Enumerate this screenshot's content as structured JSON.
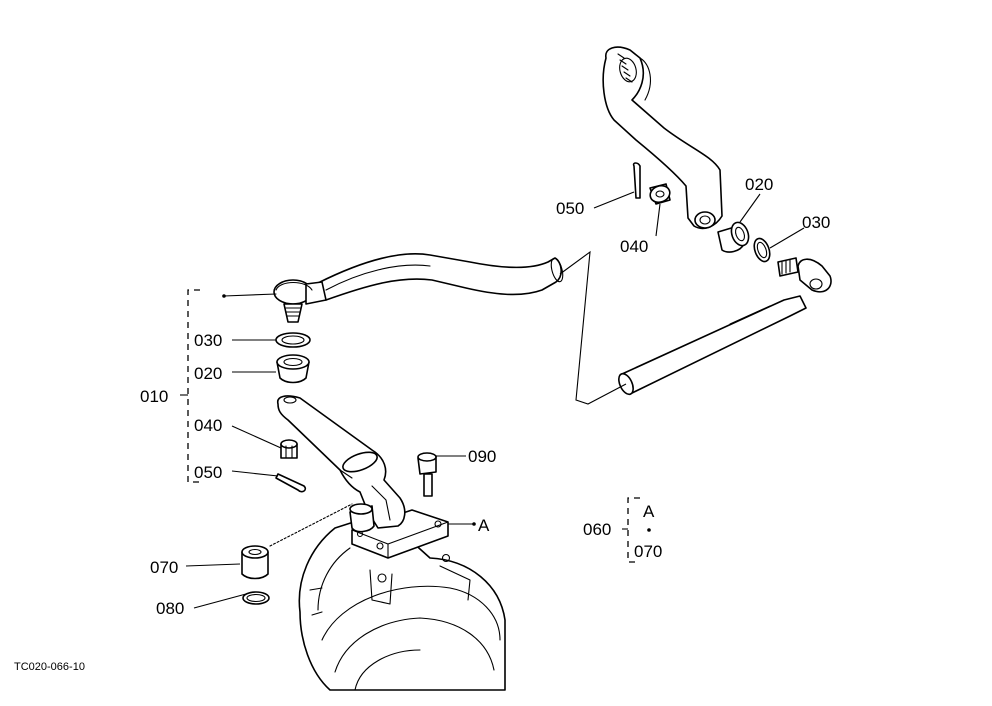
{
  "drawing_code": "TC020-066-10",
  "callouts": {
    "c010": "010",
    "c020_left": "020",
    "c030_left": "030",
    "c040_left": "040",
    "c050_left": "050",
    "c070": "070",
    "c080": "080",
    "c090": "090",
    "ref_a_arrow": "A",
    "c050_right": "050",
    "c040_right": "040",
    "c020_right": "020",
    "c030_right": "030"
  },
  "legend_group": {
    "number": "060",
    "ref": "A",
    "part": "070"
  }
}
